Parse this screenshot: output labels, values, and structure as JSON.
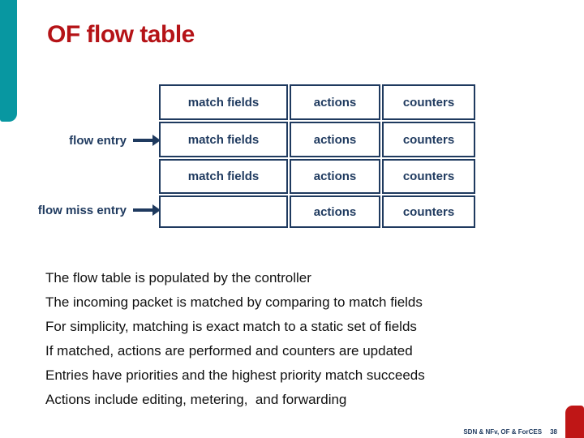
{
  "slide": {
    "title": "OF flow table",
    "colors": {
      "title_red": "#b51317",
      "navy": "#1f3a5f",
      "teal_bar": "#0897a1",
      "footer_tab_red": "#bf1616"
    },
    "table": {
      "rows": [
        [
          "match fields",
          "actions",
          "counters"
        ],
        [
          "match fields",
          "actions",
          "counters"
        ],
        [
          "match fields",
          "actions",
          "counters"
        ],
        [
          "",
          "actions",
          "counters"
        ]
      ]
    },
    "labels": {
      "flow_entry": "flow entry",
      "flow_miss_entry": "flow miss entry"
    },
    "bullets": [
      "The flow table is populated by the controller",
      "The incoming packet is matched by comparing to match fields",
      "For simplicity, matching is exact match to a static set of fields",
      "If matched, actions are performed and counters are updated",
      "Entries have priorities and the highest priority match succeeds",
      "Actions include editing, metering,  and forwarding"
    ],
    "footer": {
      "deck_title": "SDN & NFv, OF & ForCES",
      "page_number": "38"
    }
  }
}
